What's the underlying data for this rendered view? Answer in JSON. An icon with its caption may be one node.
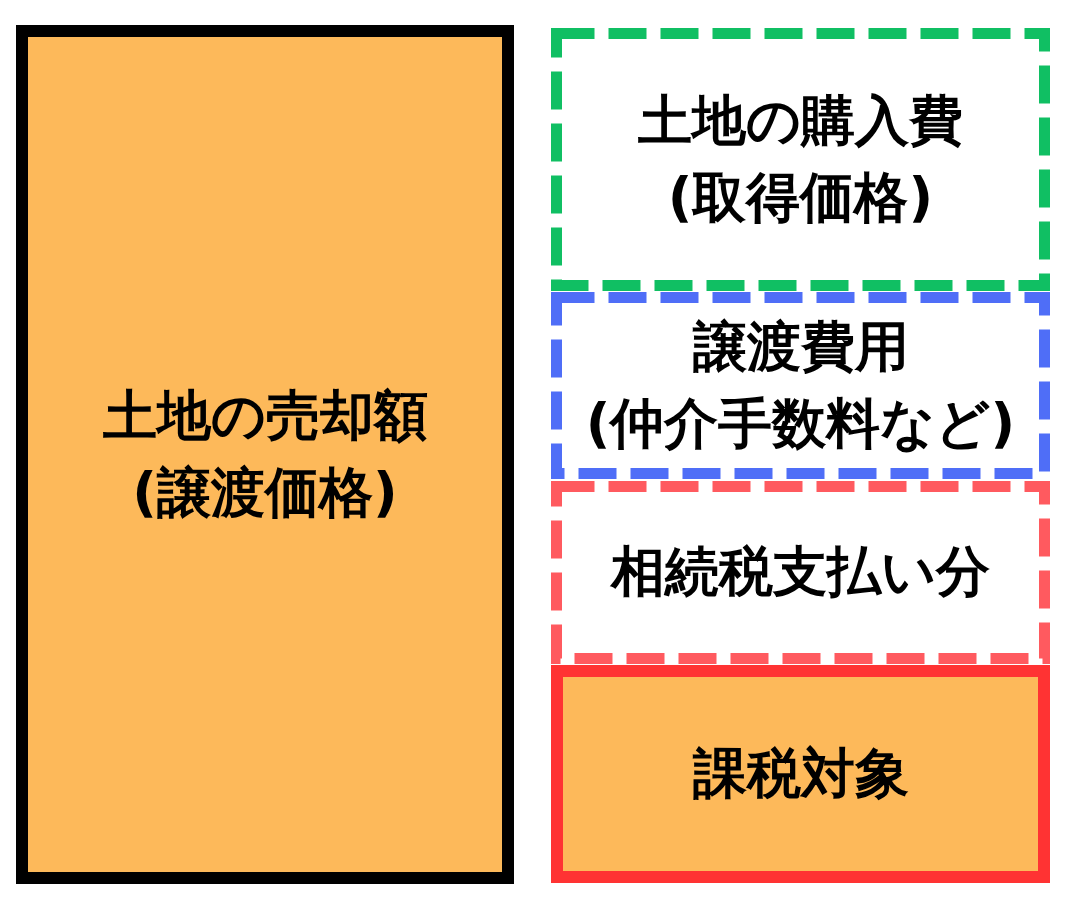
{
  "diagram": {
    "nodes": [
      {
        "text": [
          "土地の売却額",
          "(譲渡価格)"
        ]
      },
      {
        "text": [
          "土地の購入費",
          "(取得価格)"
        ]
      },
      {
        "text": [
          "譲渡費用",
          "(仲介手数料など)"
        ]
      },
      {
        "text": [
          "相続税支払い分"
        ]
      },
      {
        "text": [
          "課税対象"
        ]
      }
    ],
    "edges": []
  }
}
